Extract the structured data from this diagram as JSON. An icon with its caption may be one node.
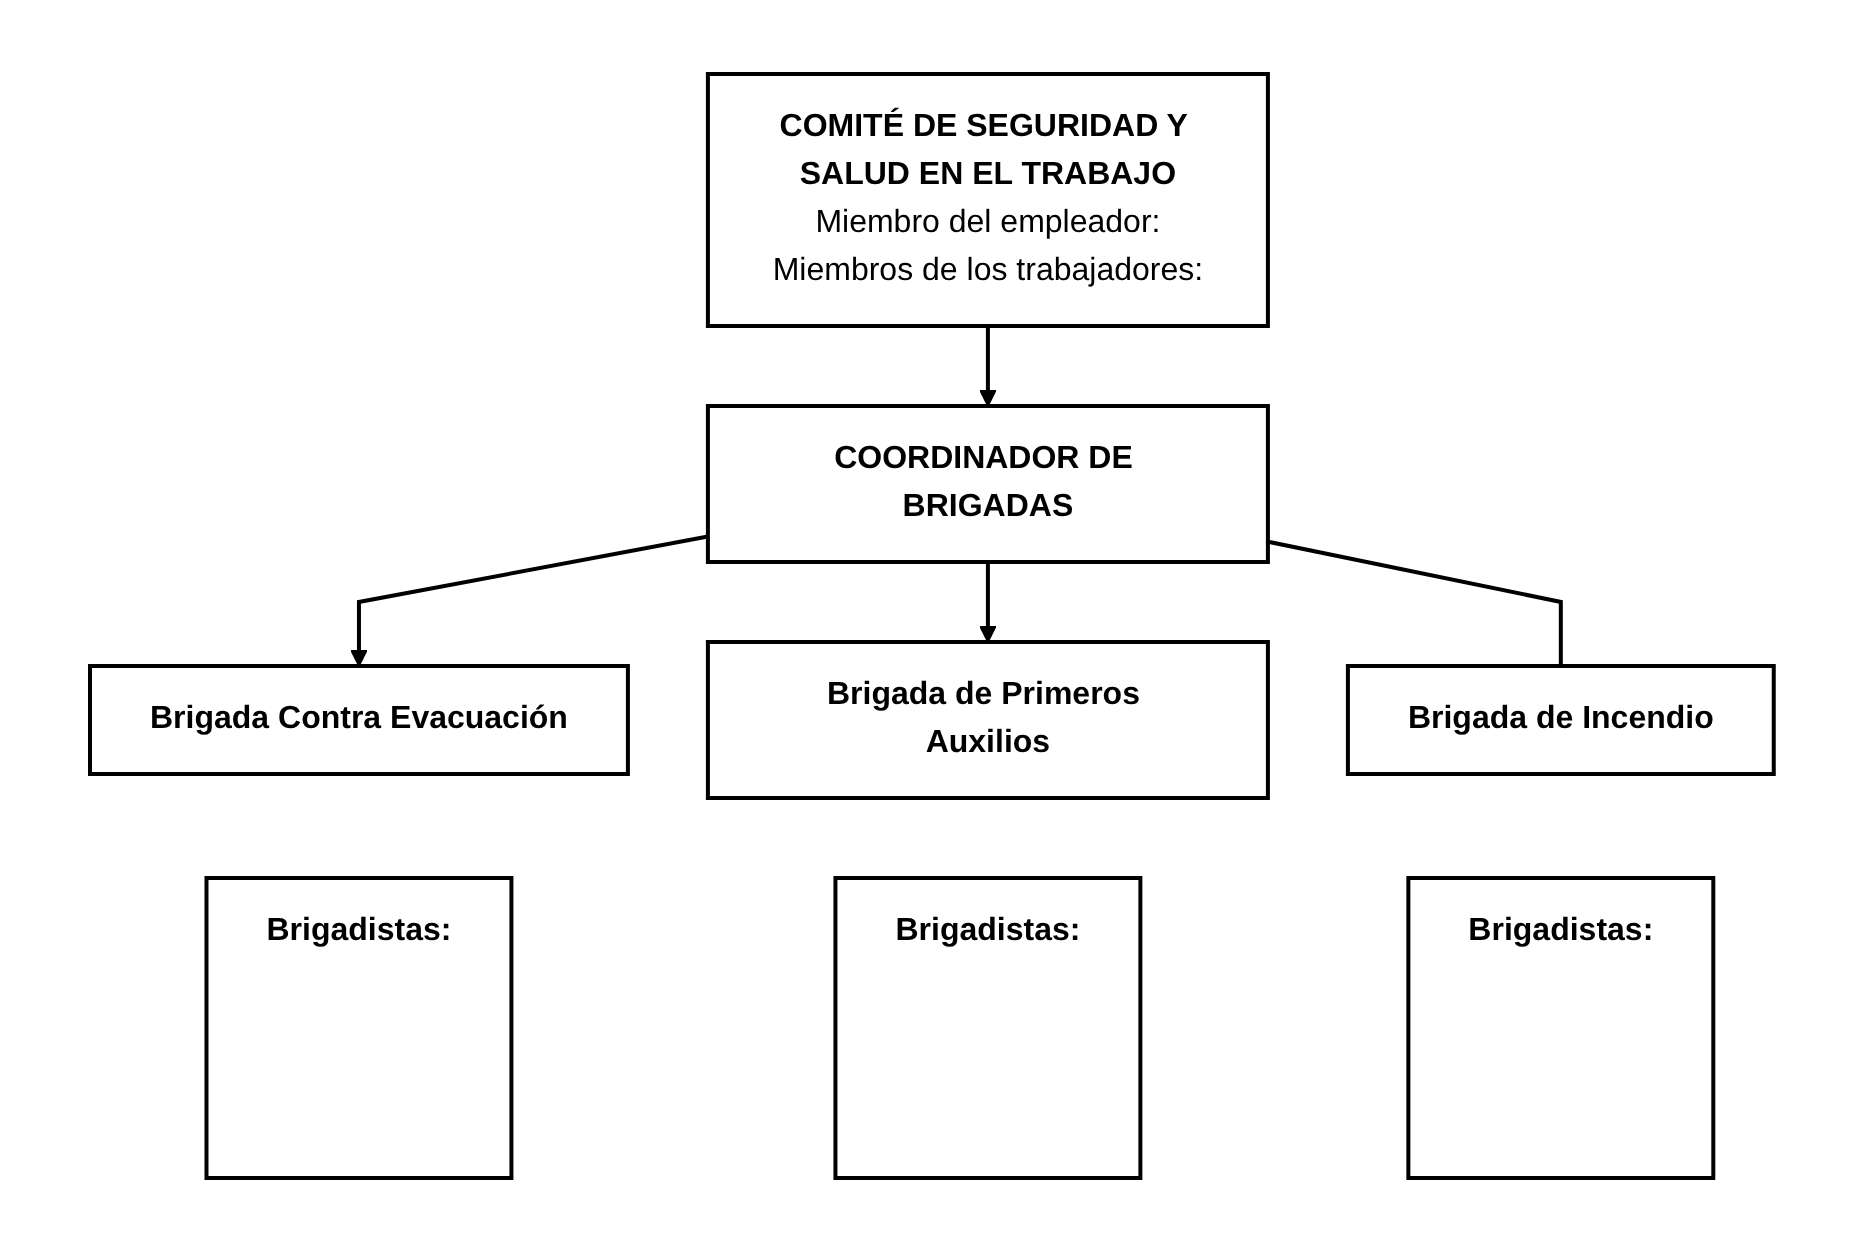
{
  "diagram": {
    "nodes": [
      {
        "text": [
          "COMITÉ DE SEGURIDAD Y SALUD EN EL TRABAJO",
          "Miembro del empleador:",
          "Miembros de los trabajadores:"
        ]
      },
      {
        "text": [
          "COORDINADOR DE BRIGADAS"
        ]
      },
      {
        "text": [
          "Brigada Contra Evacuación"
        ]
      },
      {
        "text": [
          "Brigada de Primeros Auxilios"
        ]
      },
      {
        "text": [
          "Brigada de Incendio"
        ]
      },
      {
        "text": [
          "Brigadistas:"
        ]
      },
      {
        "text": [
          "Brigadistas:"
        ]
      },
      {
        "text": [
          "Brigadistas:"
        ]
      }
    ],
    "edges": [
      {
        "from": 0,
        "to": 1,
        "arrow": "to"
      },
      {
        "from": 1,
        "to": 2,
        "arrow": "to"
      },
      {
        "from": 1,
        "to": 3,
        "arrow": "to"
      },
      {
        "from": 1,
        "to": 4,
        "arrow": "none"
      }
    ]
  }
}
